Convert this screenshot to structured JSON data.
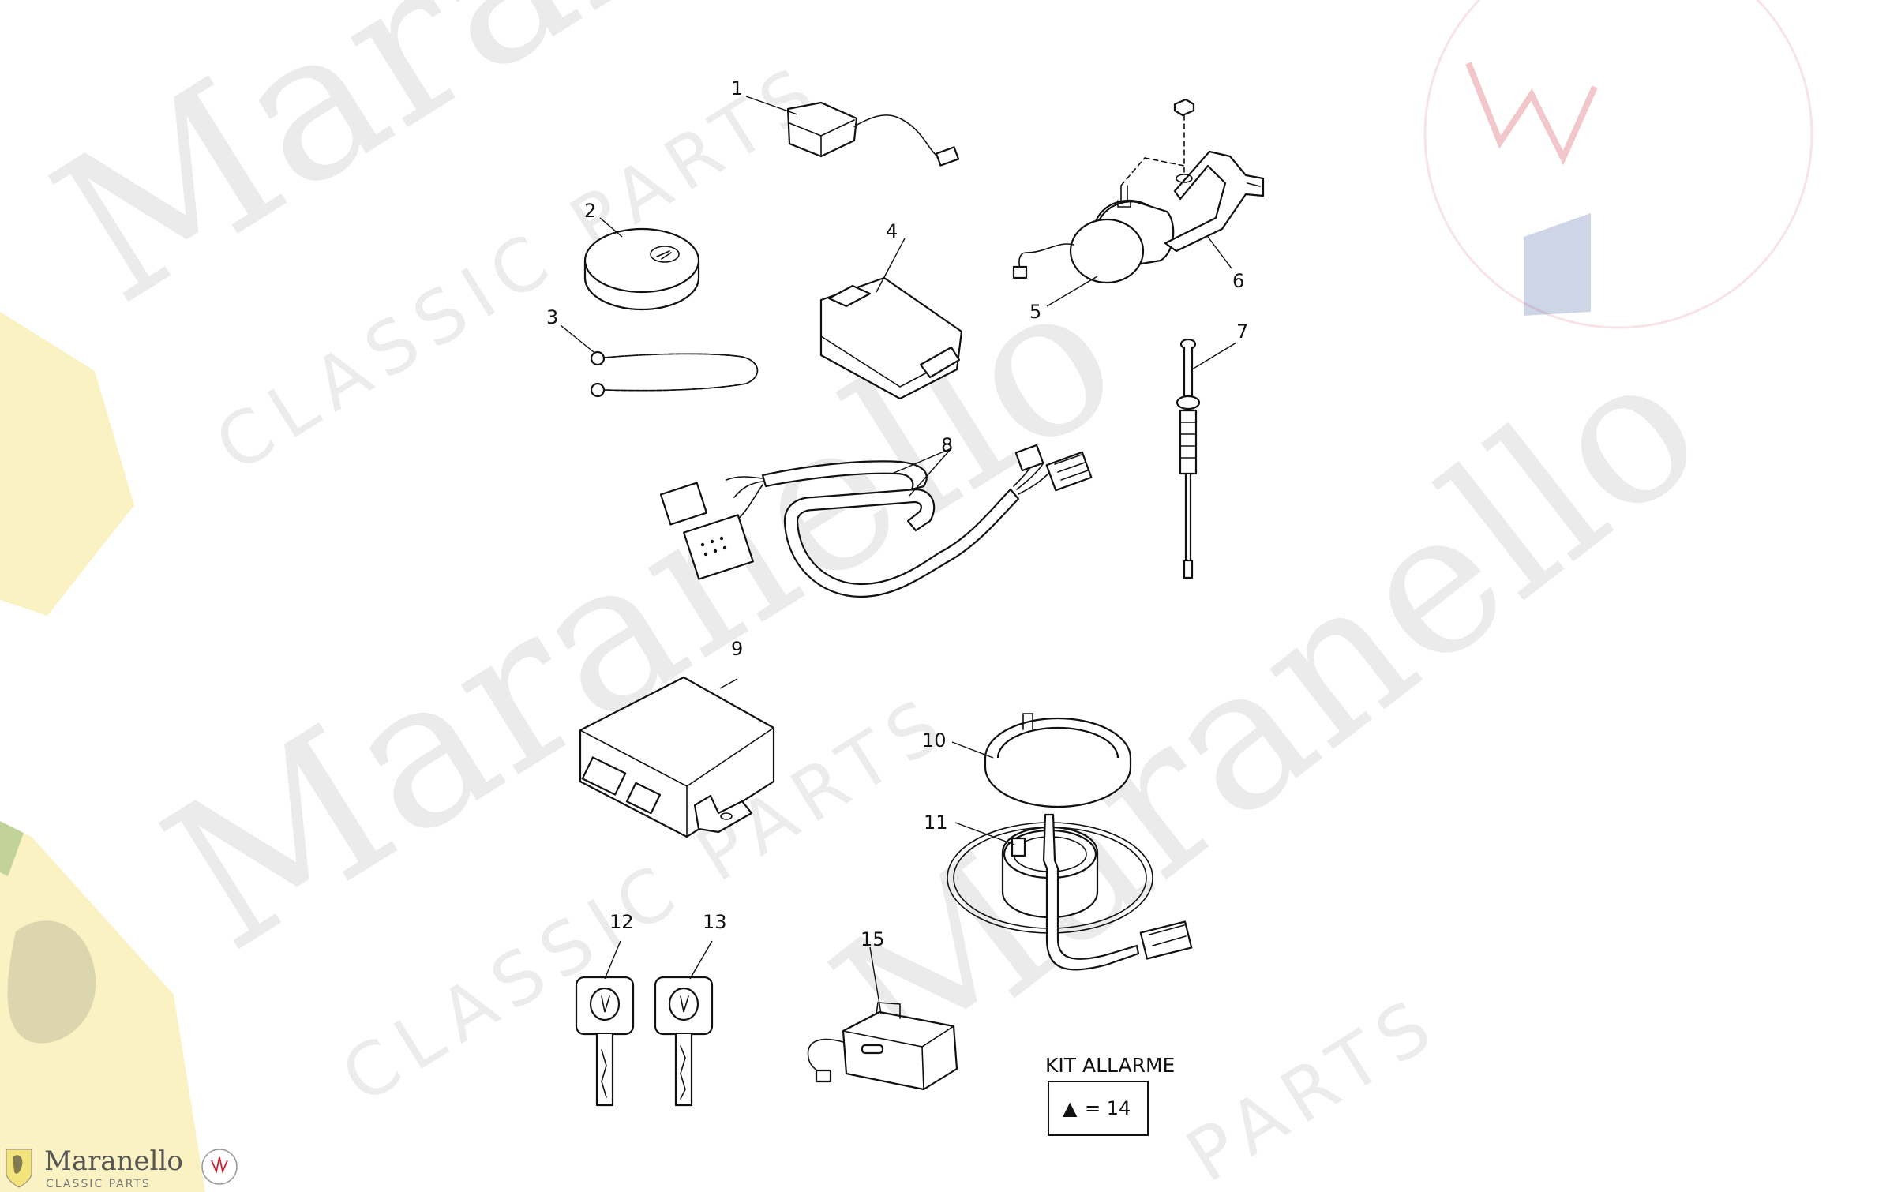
{
  "callouts": [
    {
      "id": "1",
      "label": "1"
    },
    {
      "id": "2",
      "label": "2"
    },
    {
      "id": "3",
      "label": "3"
    },
    {
      "id": "4",
      "label": "4"
    },
    {
      "id": "5",
      "label": "5"
    },
    {
      "id": "6",
      "label": "6"
    },
    {
      "id": "7",
      "label": "7"
    },
    {
      "id": "8",
      "label": "8"
    },
    {
      "id": "9",
      "label": "9"
    },
    {
      "id": "10",
      "label": "10"
    },
    {
      "id": "11",
      "label": "11"
    },
    {
      "id": "12",
      "label": "12"
    },
    {
      "id": "13",
      "label": "13"
    },
    {
      "id": "15",
      "label": "15"
    }
  ],
  "kit": {
    "title": "KIT ALLARME",
    "symbol": "▲",
    "value": "= 14"
  },
  "watermark": {
    "brand": "Maranello",
    "tagline": "CLASSIC PARTS",
    "tagline_short": "PARTS",
    "logo_text": "Maranello",
    "logo_sub": "CLASSIC PARTS"
  },
  "colors": {
    "ferrari_yellow": "#f4e27a",
    "maserati_red": "#c8202e",
    "maserati_blue": "#1e3f8f"
  }
}
